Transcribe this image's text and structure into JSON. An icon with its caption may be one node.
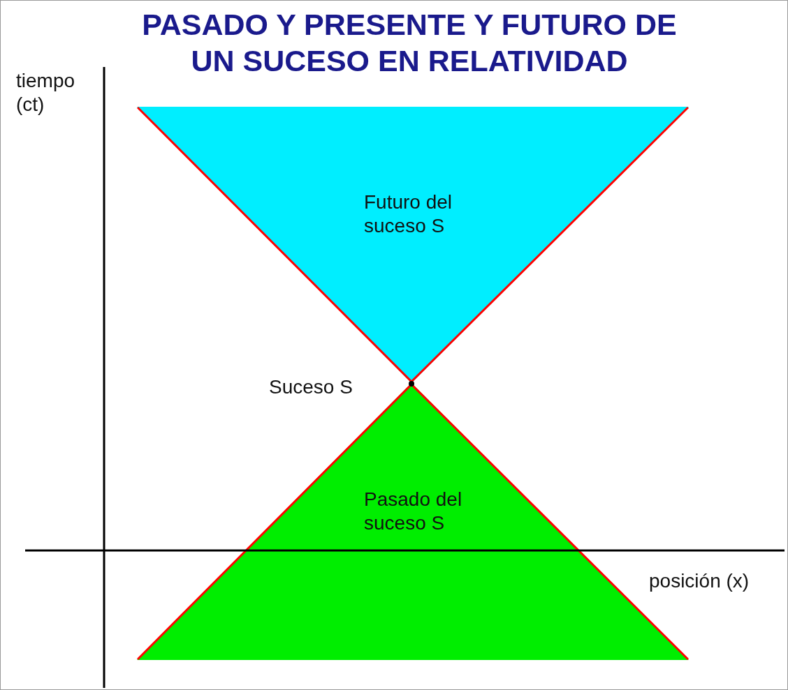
{
  "diagram": {
    "title": "PASADO Y PRESENTE Y FUTURO DE UN SUCESO EN RELATIVIDAD",
    "nodes": [
      {
        "text": [
          "Futuro del suceso S"
        ]
      },
      {
        "text": [
          "Pasado del suceso S"
        ]
      }
    ],
    "labels": [
      "tiempo (ct)",
      "Suceso S",
      "posición (x)"
    ]
  }
}
